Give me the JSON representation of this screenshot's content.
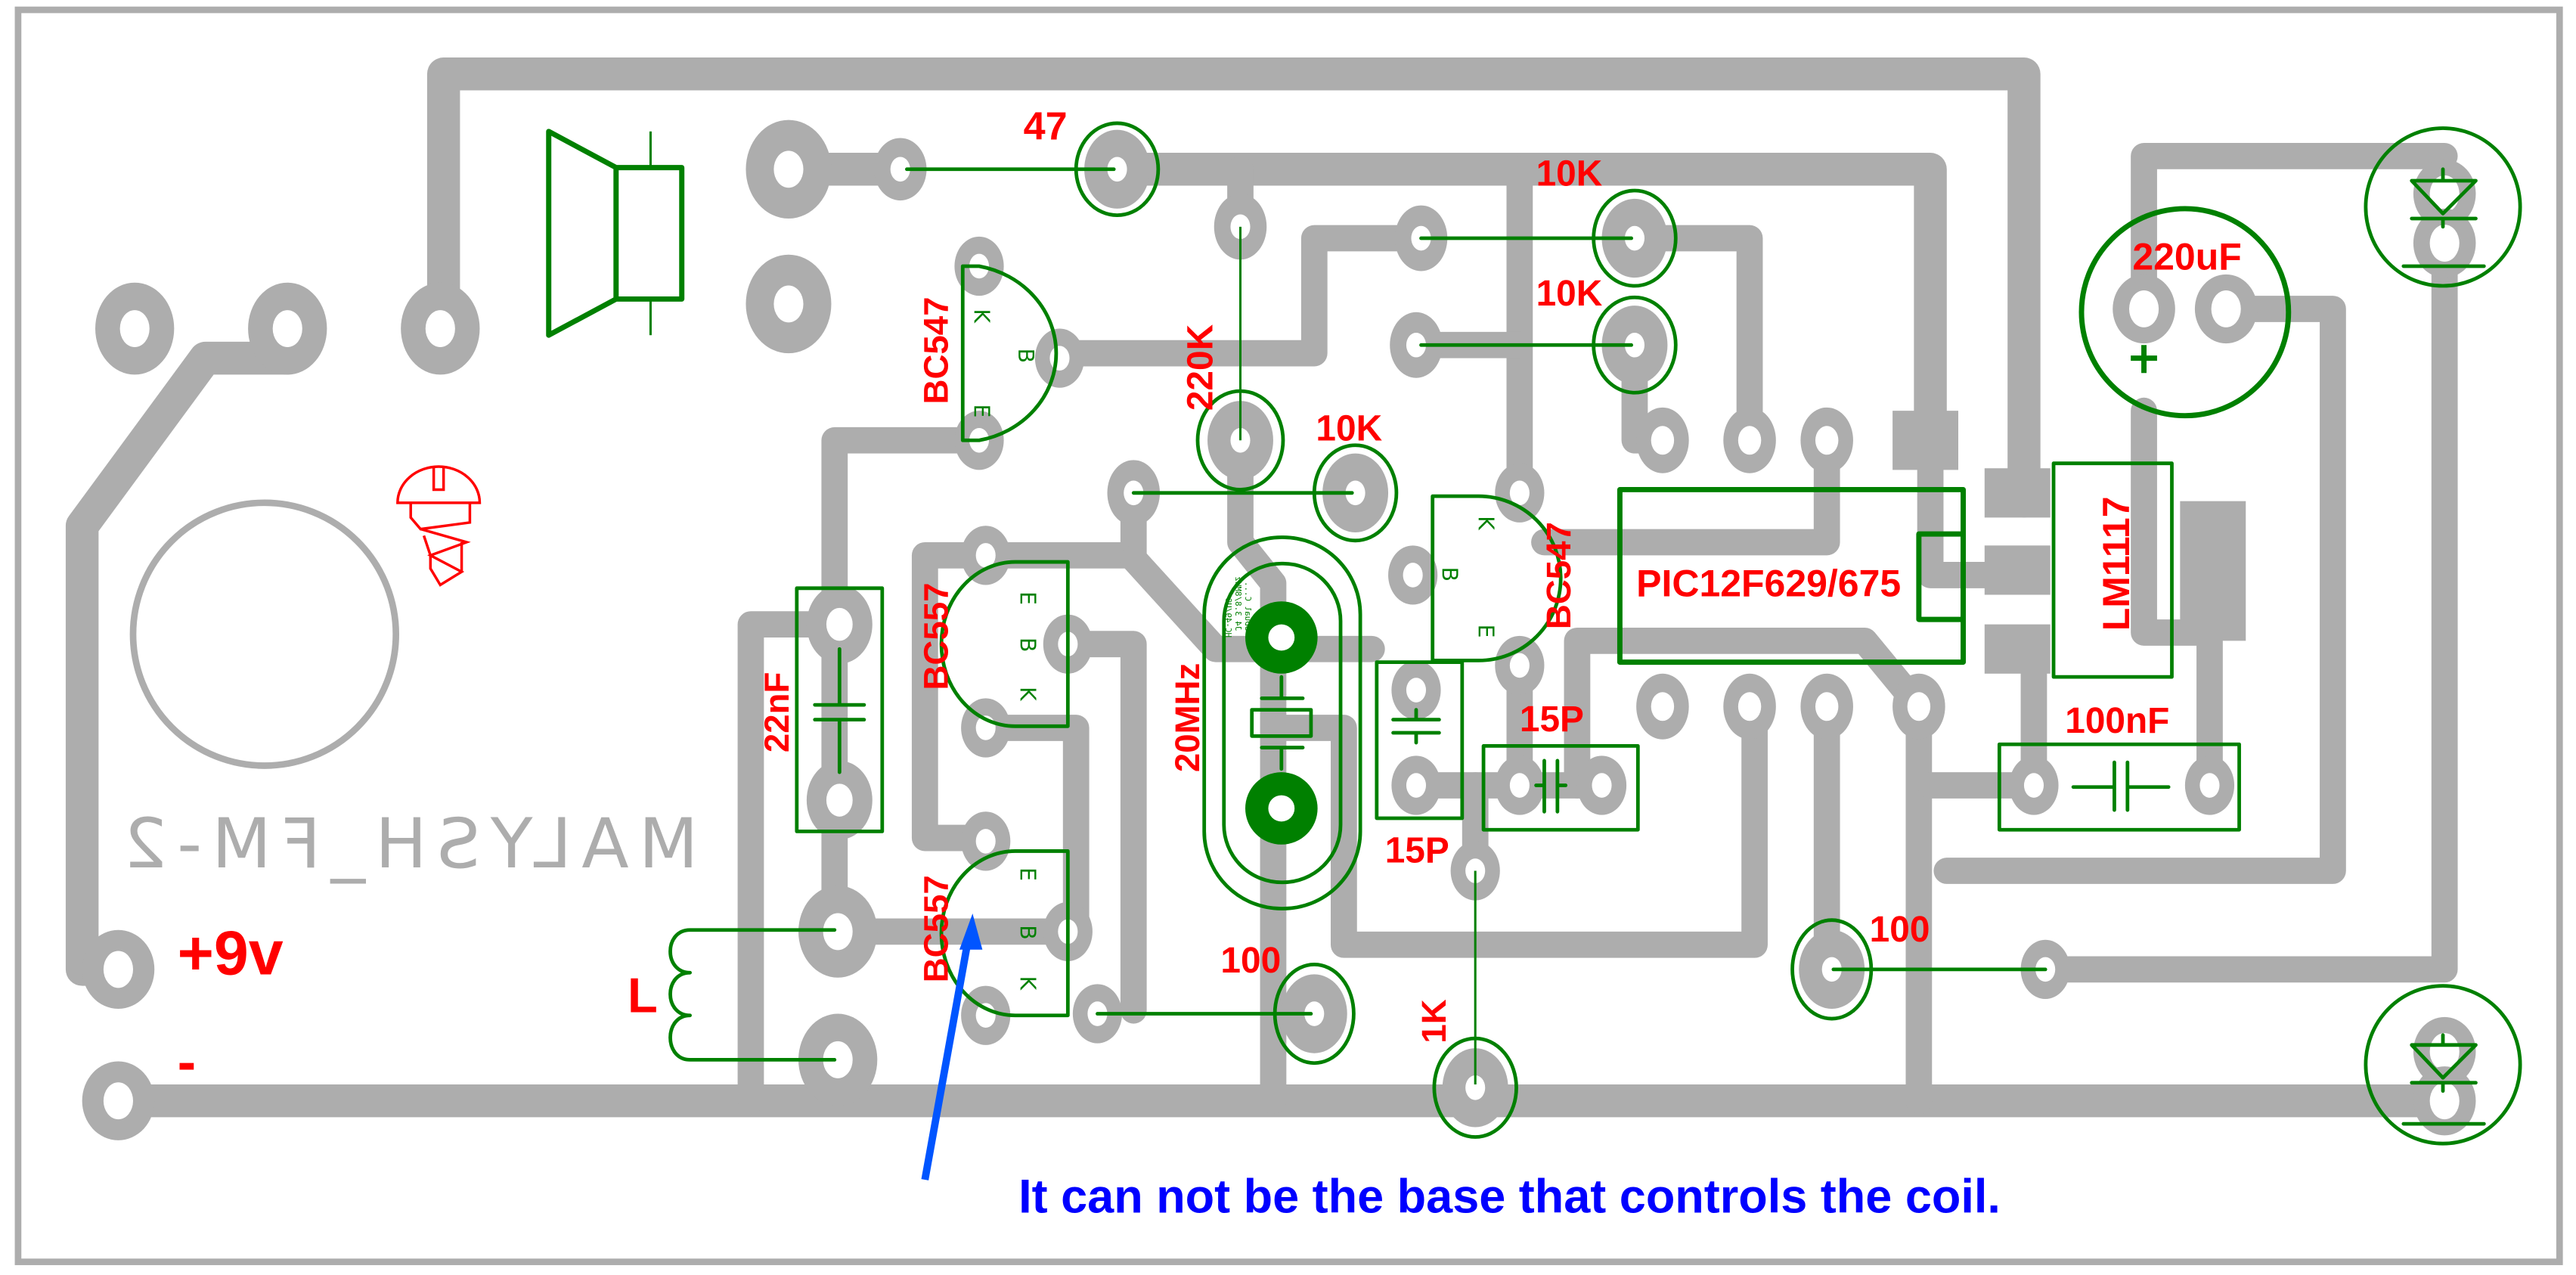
{
  "board": {
    "name_mirrored": "MALYSH_FM-2",
    "colors": {
      "copper": "#adadad",
      "silkscreen": "#008000",
      "labels": "#ff0000",
      "annotation": "#0000ff",
      "arrow": "#0055ff"
    }
  },
  "power": {
    "positive_label": "+9v",
    "negative_label": "-"
  },
  "components": {
    "r47": "47",
    "r10k_a": "10K",
    "r10k_b": "10K",
    "r220k": "220K",
    "r10k_c": "10K",
    "r100_a": "100",
    "r1k": "1K",
    "r100_b": "100",
    "q1": "BC547",
    "q2": "BC557",
    "q3": "BC557",
    "q4": "BC547",
    "c22n": "22nF",
    "xtal": "20MHz",
    "xtal_silk": [
      "HC-49/US",
      "J4 3.8/8MHz",
      "SDual C..."
    ],
    "c15p_a": "15P",
    "c15p_b": "15P",
    "ic": "PIC12F629/675",
    "reg": "LM1117",
    "c220u": "220uF",
    "c100n": "100nF",
    "coil": "L",
    "cap_plus": "+"
  },
  "pins": {
    "k": "K",
    "b": "B",
    "e": "E"
  },
  "annotation": {
    "text": "It can not be the base that controls the coil."
  }
}
